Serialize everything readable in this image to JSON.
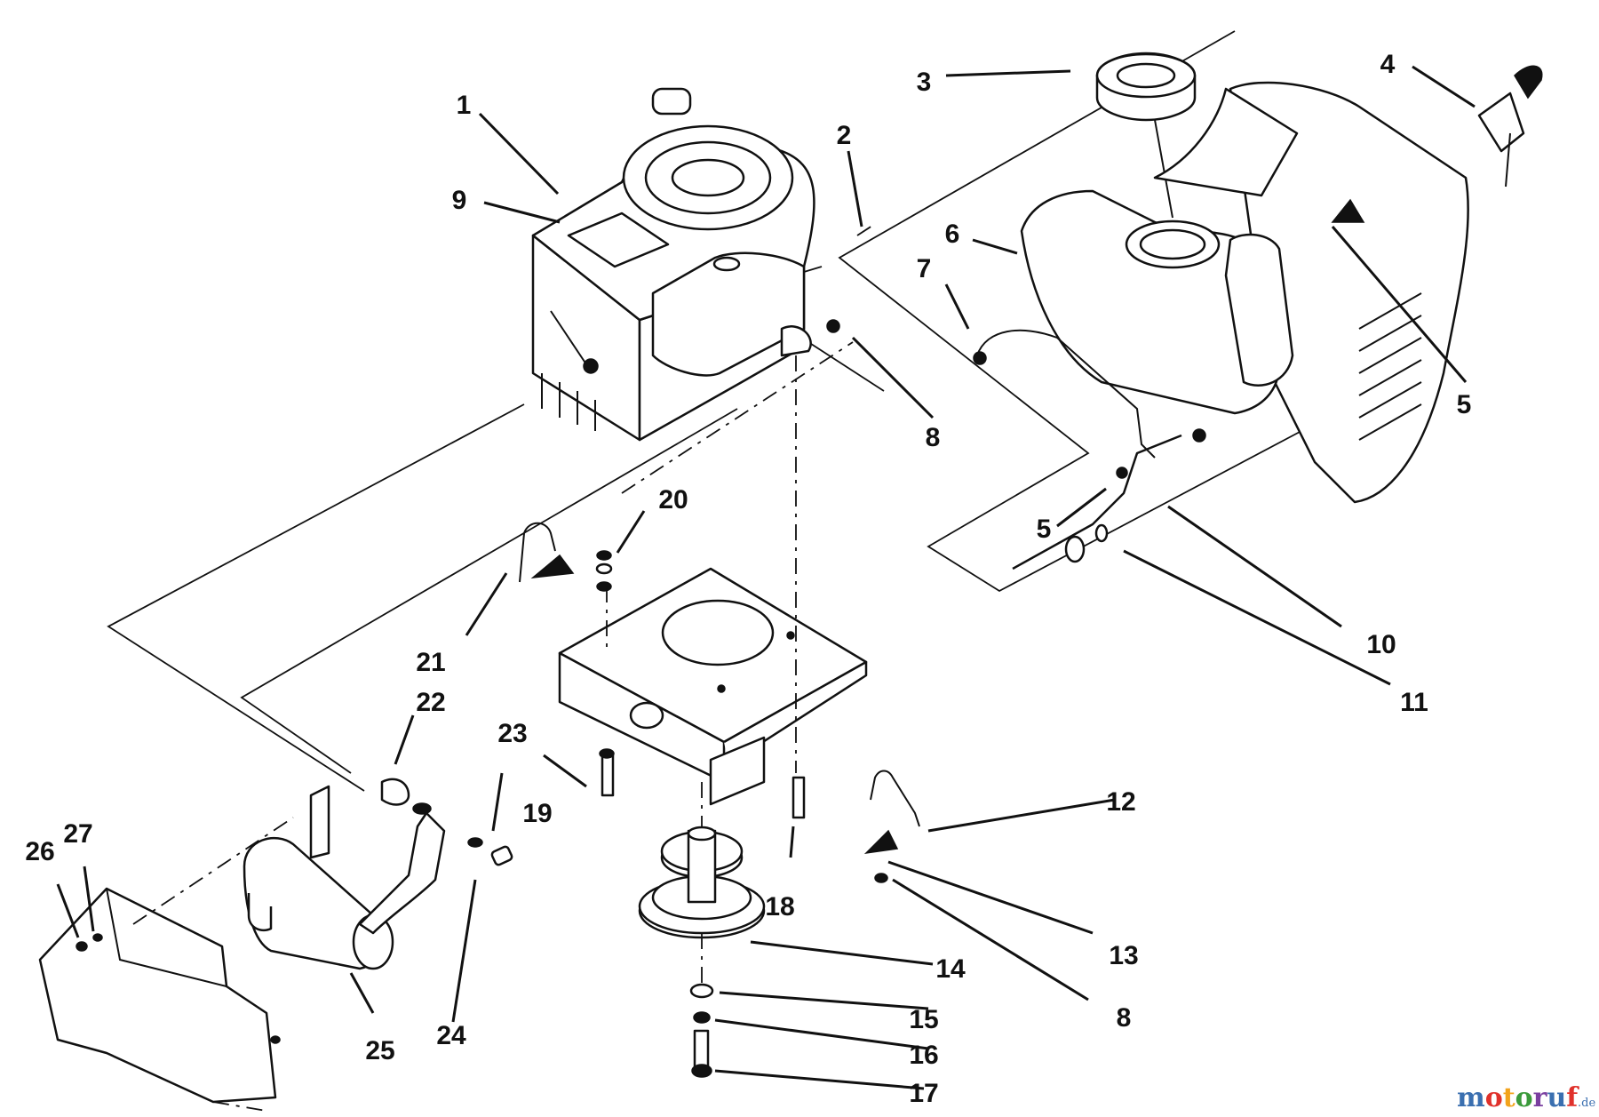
{
  "callouts": {
    "c1": "1",
    "c2": "2",
    "c3": "3",
    "c4": "4",
    "c5a": "5",
    "c5b": "5",
    "c6": "6",
    "c7": "7",
    "c8a": "8",
    "c8b": "8",
    "c9": "9",
    "c10": "10",
    "c11": "11",
    "c12": "12",
    "c13": "13",
    "c14": "14",
    "c15": "15",
    "c16": "16",
    "c17": "17",
    "c18": "18",
    "c19": "19",
    "c20": "20",
    "c21": "21",
    "c22": "22",
    "c23": "23",
    "c24": "24",
    "c25": "25",
    "c26": "26",
    "c27": "27"
  },
  "watermark": {
    "brand": "motoruf",
    "suffix": ".de",
    "colors": [
      "#3a6fb0",
      "#e0312b",
      "#f2a31b",
      "#3a9a3a",
      "#7a3fa0"
    ]
  }
}
